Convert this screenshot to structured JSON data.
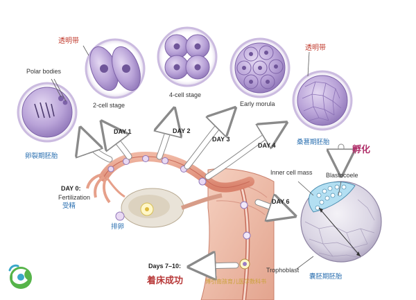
{
  "labels": {
    "zona_pellucida_1": "透明带",
    "zona_pellucida_2": "透明带",
    "polar_bodies": "Polar bodies",
    "two_cell": "2-cell stage",
    "four_cell": "4-cell stage",
    "early_morula": "Early morula",
    "cleavage_embryo": "卵裂期胚胎",
    "morula_embryo": "桑葚期胚胎",
    "hatching": "孵化",
    "inner_cell_mass": "Inner cell mass",
    "blastocoele": "Blastocoele",
    "trophoblast": "Trophoblast",
    "blastocyst_embryo": "囊胚期胚胎",
    "fertilization": "Fertilization",
    "fertilization_cn": "受精",
    "ovulation_cn": "排卵",
    "implantation_cn": "着床成功",
    "watermark": "博引南孩育儿医学数科书"
  },
  "days": {
    "day0": "DAY 0:",
    "day1": "DAY 1",
    "day2": "DAY 2",
    "day3": "DAY 3",
    "day4": "DAY 4",
    "day6": "DAY 6",
    "day7_10": "Days 7–10:"
  },
  "colors": {
    "cell_fill": "#b9a3d8",
    "cell_edge": "#7d62a8",
    "nucleus": "#6f5599",
    "tube": "#e6a08a",
    "tube_dark": "#c86a58",
    "uterus": "#f1c3b2",
    "arrow": "#ffffff",
    "arrow_edge": "#8a8a8a",
    "red_label": "#c0392b",
    "blue_label": "#2a6fb0",
    "logo_green": "#56b44a",
    "logo_teal": "#3aa7c9"
  },
  "icons": [
    "logo-icon"
  ]
}
